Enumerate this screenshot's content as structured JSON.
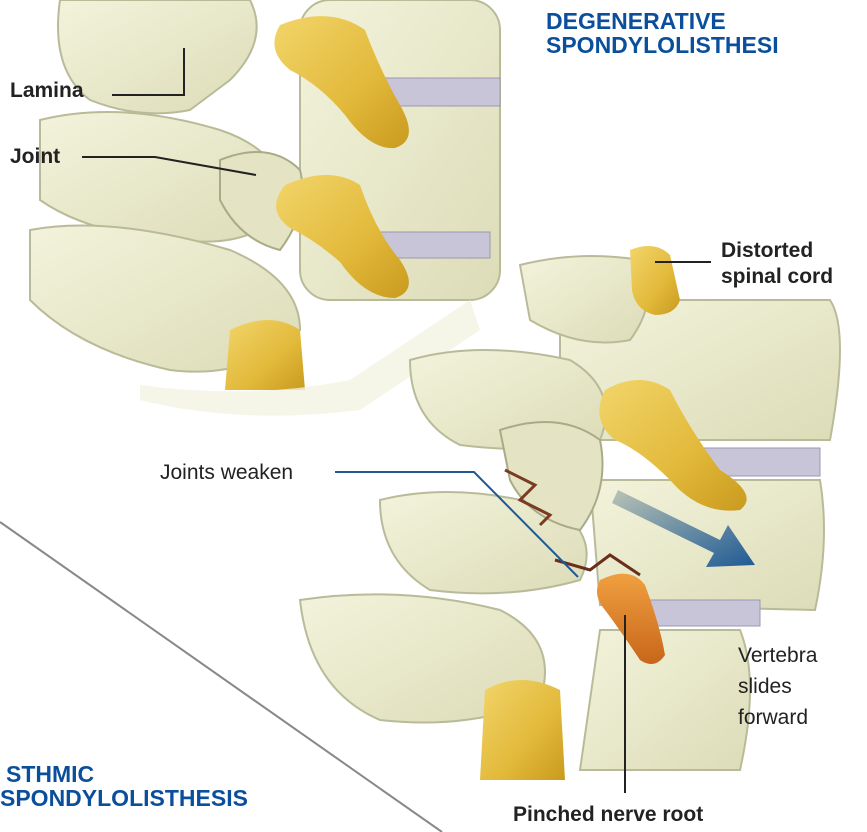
{
  "diagram": {
    "title_degenerative": [
      "DEGENERATIVE",
      "SPONDYLOLISTHESI"
    ],
    "title_isthmic": [
      "STHMIC",
      "SPONDYLOLISTHESIS"
    ],
    "labels": {
      "lamina": "Lamina",
      "joint": "Joint",
      "distorted_spinal_cord": [
        "Distorted",
        "spinal cord"
      ],
      "joints_weaken": "Joints weaken",
      "vertebra_slides_forward": [
        "Vertebra",
        "slides",
        "forward"
      ],
      "pinched_nerve_root": "Pinched nerve root"
    },
    "colors": {
      "title_blue": "#0b4f9c",
      "bone": "#ebeccf",
      "bone_shadow": "#b9bb98",
      "cord_yellow": "#e2b93a",
      "disc_lavender": "#c8c5d8",
      "inflamed_orange": "#e07e1c",
      "arrow_blue": "#2b5f92",
      "leader_line": "#222222",
      "divider_gray": "#888888"
    }
  }
}
